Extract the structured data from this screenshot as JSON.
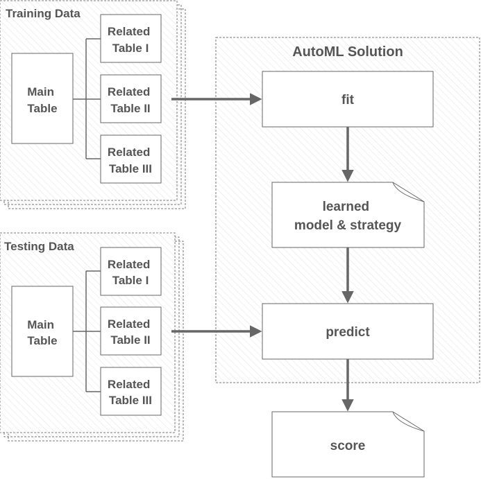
{
  "training": {
    "title": "Training Data",
    "main_table": [
      "Main",
      "Table"
    ],
    "related": [
      [
        "Related",
        "Table I"
      ],
      [
        "Related",
        "Table II"
      ],
      [
        "Related",
        "Table III"
      ]
    ]
  },
  "testing": {
    "title": "Testing Data",
    "main_table": [
      "Main",
      "Table"
    ],
    "related": [
      [
        "Related",
        "Table I"
      ],
      [
        "Related",
        "Table II"
      ],
      [
        "Related",
        "Table III"
      ]
    ]
  },
  "automl": {
    "title": "AutoML Solution",
    "fit_label": "fit",
    "learned_label": [
      "learned",
      "model & strategy"
    ],
    "predict_label": "predict"
  },
  "score_label": "score",
  "colors": {
    "stroke": "#666666",
    "text": "#555555",
    "dash": "#777777"
  }
}
